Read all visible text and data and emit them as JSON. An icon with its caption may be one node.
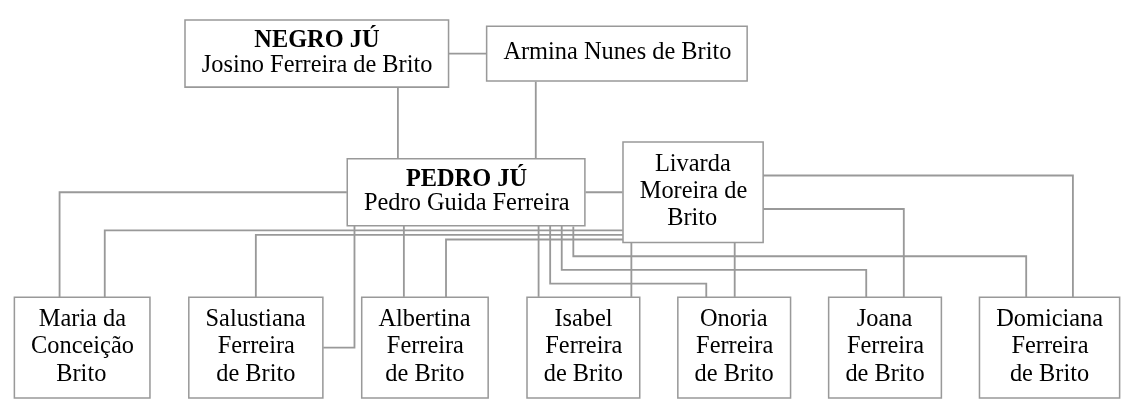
{
  "diagram": {
    "nodes": [
      {
        "text": [
          "NEGRO JÚ",
          "Josino Ferreira de Brito"
        ]
      },
      {
        "text": [
          "Armina Nunes de Brito"
        ]
      },
      {
        "text": [
          "PEDRO JÚ",
          "Pedro Guida Ferreira"
        ]
      },
      {
        "text": [
          "Livarda Moreira de Brito"
        ]
      },
      {
        "text": [
          "Maria da Conceição Brito"
        ]
      },
      {
        "text": [
          "Salustiana Ferreira de Brito"
        ]
      },
      {
        "text": [
          "Albertina Ferreira de Brito"
        ]
      },
      {
        "text": [
          "Isabel Ferreira de Brito"
        ]
      },
      {
        "text": [
          "Onoria Ferreira de Brito"
        ]
      },
      {
        "text": [
          "Joana Ferreira de Brito"
        ]
      },
      {
        "text": [
          "Domiciana Ferreira de Brito"
        ]
      }
    ],
    "edges": [
      {
        "from": 0,
        "to": 1,
        "arrow": "none"
      },
      {
        "from": 0,
        "to": 2,
        "arrow": "none"
      },
      {
        "from": 1,
        "to": 2,
        "arrow": "none"
      },
      {
        "from": 2,
        "to": 3,
        "arrow": "none"
      },
      {
        "from": 2,
        "to": 4,
        "arrow": "none"
      },
      {
        "from": 2,
        "to": 5,
        "arrow": "none"
      },
      {
        "from": 2,
        "to": 6,
        "arrow": "none"
      },
      {
        "from": 2,
        "to": 7,
        "arrow": "none"
      },
      {
        "from": 2,
        "to": 8,
        "arrow": "none"
      },
      {
        "from": 2,
        "to": 9,
        "arrow": "none"
      },
      {
        "from": 2,
        "to": 10,
        "arrow": "none"
      },
      {
        "from": 3,
        "to": 4,
        "arrow": "none"
      },
      {
        "from": 3,
        "to": 5,
        "arrow": "none"
      },
      {
        "from": 3,
        "to": 6,
        "arrow": "none"
      },
      {
        "from": 3,
        "to": 7,
        "arrow": "none"
      },
      {
        "from": 3,
        "to": 8,
        "arrow": "none"
      },
      {
        "from": 3,
        "to": 9,
        "arrow": "none"
      },
      {
        "from": 3,
        "to": 10,
        "arrow": "none"
      }
    ]
  }
}
